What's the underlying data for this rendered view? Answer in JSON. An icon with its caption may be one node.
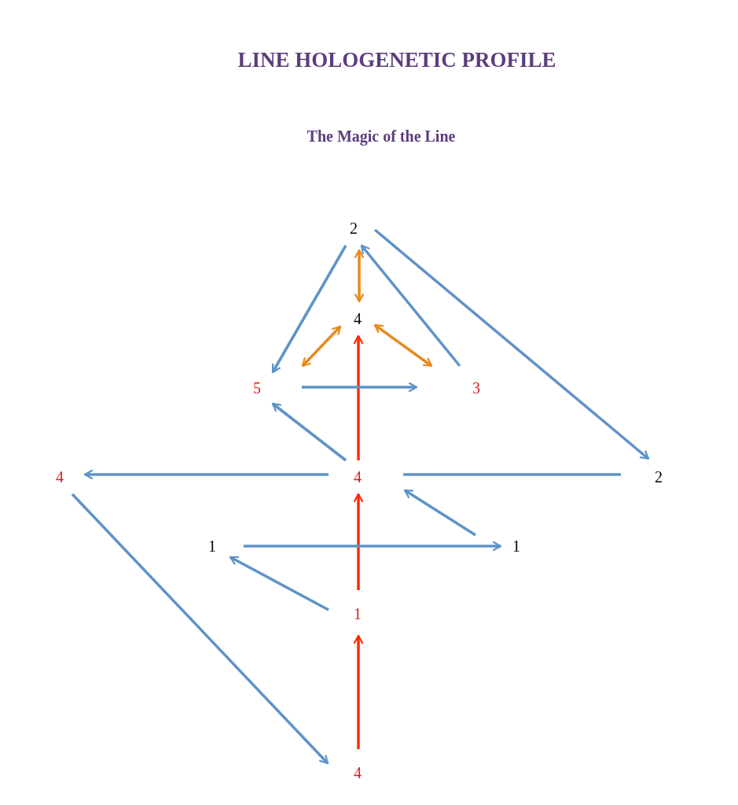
{
  "diagram": {
    "title": "LINE HOLOGENETIC PROFILE",
    "caption": "The Magic of the Line",
    "nodes": [
      {
        "text": [
          "2"
        ]
      },
      {
        "text": [
          "4"
        ]
      },
      {
        "text": [
          "5"
        ]
      },
      {
        "text": [
          "3"
        ]
      },
      {
        "text": [
          "4"
        ]
      },
      {
        "text": [
          "4"
        ]
      },
      {
        "text": [
          "2"
        ]
      },
      {
        "text": [
          "1"
        ]
      },
      {
        "text": [
          "1"
        ]
      },
      {
        "text": [
          "1"
        ]
      },
      {
        "text": [
          "4"
        ]
      }
    ],
    "edges": [
      {
        "from": 10,
        "to": 9,
        "arrow": "to",
        "color": "#ff2a00"
      },
      {
        "from": 9,
        "to": 5,
        "arrow": "to",
        "color": "#ff2a00"
      },
      {
        "from": 5,
        "to": 1,
        "arrow": "to",
        "color": "#ff2a00"
      },
      {
        "from": 0,
        "to": 1,
        "arrow": "both",
        "color": "#e8891c"
      },
      {
        "from": 1,
        "to": 2,
        "arrow": "both",
        "color": "#e8891c"
      },
      {
        "from": 1,
        "to": 3,
        "arrow": "both",
        "color": "#e8891c"
      },
      {
        "from": 0,
        "to": 2,
        "arrow": "to"
      },
      {
        "from": 3,
        "to": 0,
        "arrow": "to"
      },
      {
        "from": 0,
        "to": 6,
        "arrow": "to"
      },
      {
        "from": 2,
        "to": 3,
        "arrow": "to"
      },
      {
        "from": 5,
        "to": 2,
        "arrow": "to"
      },
      {
        "from": 5,
        "to": 4,
        "arrow": "to"
      },
      {
        "from": 5,
        "to": 6,
        "arrow": "none"
      },
      {
        "from": 8,
        "to": 5,
        "arrow": "to"
      },
      {
        "from": 7,
        "to": 8,
        "arrow": "to"
      },
      {
        "from": 9,
        "to": 7,
        "arrow": "to"
      },
      {
        "from": 4,
        "to": 10,
        "arrow": "to"
      }
    ]
  }
}
